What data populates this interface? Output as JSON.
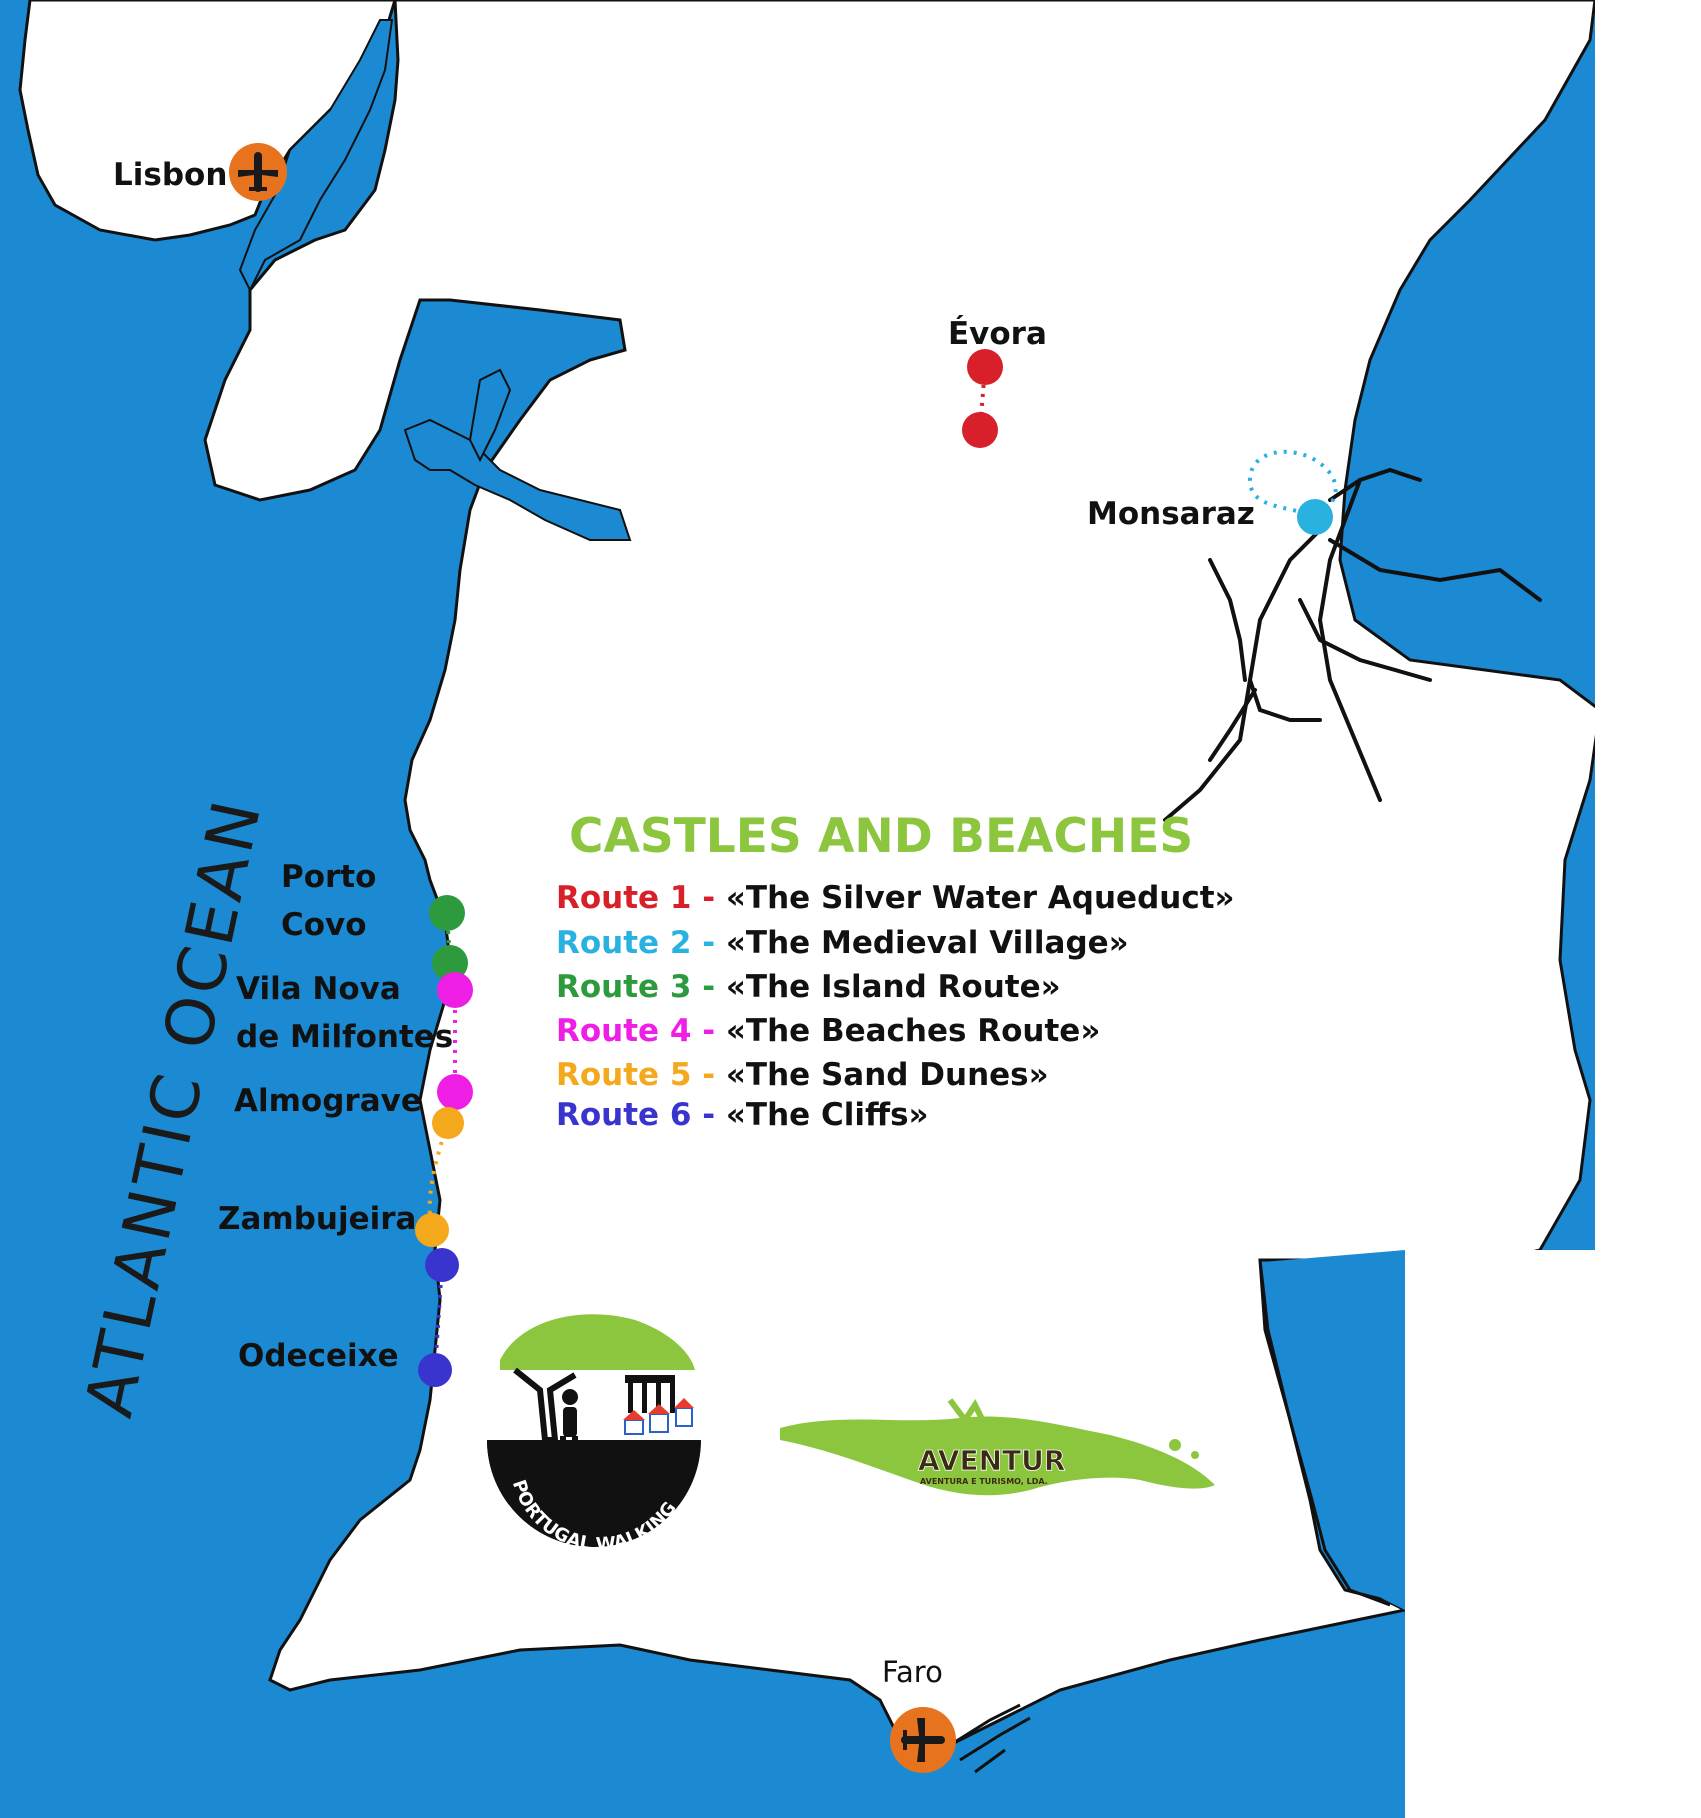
{
  "colors": {
    "sea": "#1b8ad3",
    "land": "#ffffff",
    "coast": "#111111",
    "airport": "#e8731e",
    "route1": "#d7202a",
    "route2": "#29b1e0",
    "route3": "#2e9a3e",
    "route4": "#ef1ee5",
    "route5": "#f4a81b",
    "route6": "#3a34cf",
    "title": "#8cc63f",
    "logo_green": "#8cc63f"
  },
  "places": {
    "lisbon": "Lisbon",
    "evora": "Évora",
    "monsaraz": "Monsaraz",
    "porto_covo_1": "Porto",
    "porto_covo_2": "Covo",
    "vila_nova_1": "Vila Nova",
    "vila_nova_2": "de Milfontes",
    "almograve": "Almograve",
    "zambujeira": "Zambujeira",
    "odeceixe": "Odeceixe",
    "faro": "Faro"
  },
  "airports": [
    {
      "name": "lisbon",
      "icon": "airplane-icon"
    },
    {
      "name": "faro",
      "icon": "airplane-icon"
    }
  ],
  "ocean_label": "ATLANTIC OCEAN",
  "legend": {
    "title": "CASTLES AND BEACHES",
    "routes": [
      {
        "prefix": "Route 1 -",
        "name": "«The Silver Water Aqueduct»",
        "color": "#d7202a"
      },
      {
        "prefix": "Route 2 -",
        "name": "«The Medieval Village»",
        "color": "#29b1e0"
      },
      {
        "prefix": "Route 3 -",
        "name": "«The Island Route»",
        "color": "#2e9a3e"
      },
      {
        "prefix": "Route 4 -",
        "name": "«The Beaches Route»",
        "color": "#ef1ee5"
      },
      {
        "prefix": "Route 5 -",
        "name": "«The Sand Dunes»",
        "color": "#f4a81b"
      },
      {
        "prefix": "Route 6 -",
        "name": "«The Cliffs»",
        "color": "#3a34cf"
      }
    ]
  },
  "logos": {
    "portugal_walking": "PORTUGAL WALKING",
    "aventur": "AVENTUR",
    "aventur_sub": "AVENTURA E TURISMO, LDA."
  }
}
